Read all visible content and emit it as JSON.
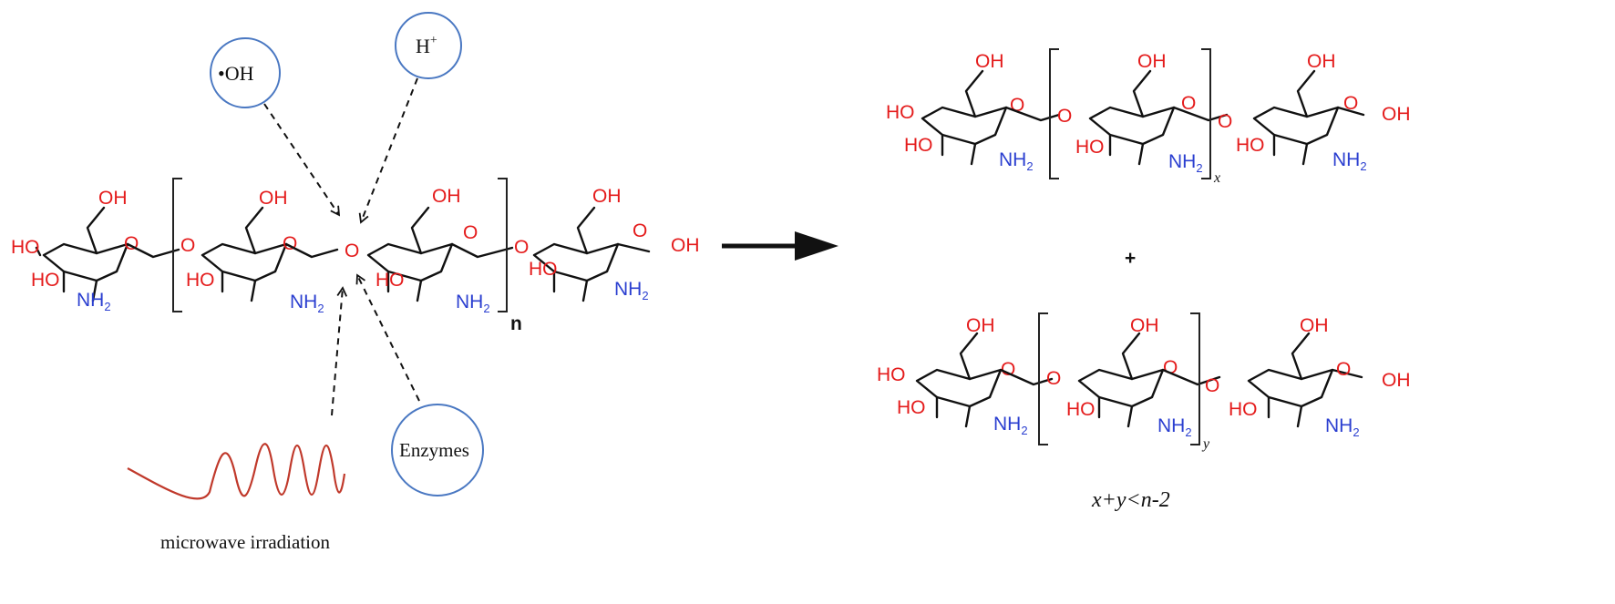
{
  "reagents": {
    "hydroxyl_radical": "•OH",
    "proton": "H",
    "proton_charge": "+",
    "enzymes": "Enzymes",
    "microwave": "microwave irradiation"
  },
  "atoms": {
    "oh": "OH",
    "ho": "HO",
    "o": "O",
    "nh": "NH",
    "sub2": "2"
  },
  "subscripts": {
    "n": "n",
    "x": "x",
    "y": "y"
  },
  "plus_sign": "+",
  "condition": "x+y<n-2",
  "colors": {
    "oxygen": "#e41b1b",
    "nitrogen": "#2b3fd0",
    "circle": "#4a78c2",
    "wave": "#c0392b"
  }
}
